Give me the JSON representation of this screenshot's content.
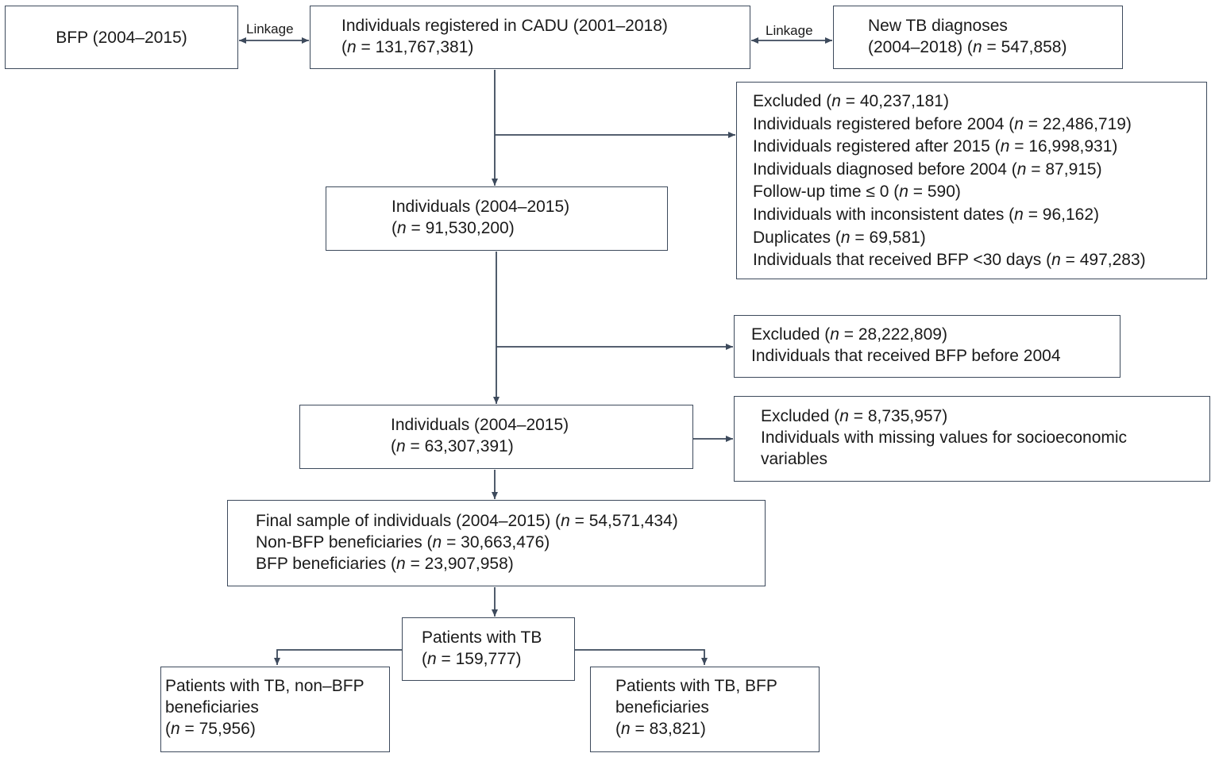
{
  "boxes": {
    "bfp": {
      "text": "BFP (2004–2015)"
    },
    "cadu": {
      "l1": "Individuals registered in CADU (2001–2018)",
      "l2_pre": "(",
      "l2_num": "= 131,767,381)"
    },
    "tb_new": {
      "l1": "New TB diagnoses",
      "l2_pre": "(2004–2018) (",
      "l2_num": "= 547,858)"
    },
    "excluded1": {
      "rows": [
        {
          "pre": "Excluded (",
          "num": "= 40,237,181)"
        },
        {
          "pre": "Individuals registered before 2004 (",
          "num": "= 22,486,719)"
        },
        {
          "pre": "Individuals registered after 2015 (",
          "num": "= 16,998,931)"
        },
        {
          "pre": "Individuals diagnosed before 2004 (",
          "num": "= 87,915)"
        },
        {
          "pre": "Follow-up time ≤ 0 (",
          "num": "= 590)"
        },
        {
          "pre": "Individuals with inconsistent dates (",
          "num": "= 96,162)"
        },
        {
          "pre": "Duplicates (",
          "num": "= 69,581)"
        },
        {
          "pre": "Individuals that received BFP <30 days (",
          "num": "= 497,283)"
        }
      ]
    },
    "ind1": {
      "l1": "Individuals (2004–2015)",
      "l2_pre": "(",
      "l2_num": "= 91,530,200)"
    },
    "excluded2": {
      "l1_pre": "Excluded (",
      "l1_num": "= 28,222,809)",
      "l2": "Individuals that received BFP before 2004"
    },
    "ind2": {
      "l1": "Individuals (2004–2015)",
      "l2_pre": "(",
      "l2_num": "= 63,307,391)"
    },
    "excluded3": {
      "l1_pre": "Excluded (",
      "l1_num": "= 8,735,957)",
      "l2": "Individuals with missing values for socioeconomic",
      "l3": "variables"
    },
    "final": {
      "l1_pre": "Final sample of individuals (2004–2015) (",
      "l1_num": "= 54,571,434)",
      "l2_pre": "Non-BFP beneficiaries (",
      "l2_num": "= 30,663,476)",
      "l3_pre": "BFP beneficiaries (",
      "l3_num": "= 23,907,958)"
    },
    "tb_patients": {
      "l1": "Patients with TB",
      "l2_pre": "(",
      "l2_num": "= 159,777)"
    },
    "tb_nonbfp": {
      "l1": "Patients with TB, non–BFP",
      "l2": "beneficiaries",
      "l3_pre": "(",
      "l3_num": "= 75,956)"
    },
    "tb_bfp": {
      "l1": "Patients with TB, BFP",
      "l2": "beneficiaries",
      "l3_pre": "(",
      "l3_num": "= 83,821)"
    }
  },
  "links": {
    "left": "Linkage",
    "right": "Linkage"
  },
  "n_symbol": "n",
  "colors": {
    "line": "#3d4a5c",
    "text": "#1a1a1a",
    "background": "#ffffff"
  }
}
